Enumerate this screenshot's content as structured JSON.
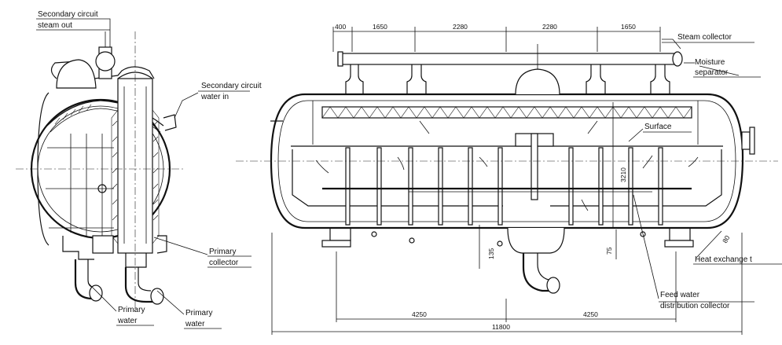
{
  "labels": {
    "secondary_steam_out_1": "Secondary circuit",
    "secondary_steam_out_2": "steam out",
    "secondary_water_in_1": "Secondary circuit",
    "secondary_water_in_2": "water in",
    "primary_collector_1": "Primary",
    "primary_collector_2": "collector",
    "primary_water_a_1": "Primary",
    "primary_water_a_2": "water",
    "primary_water_b_1": "Primary",
    "primary_water_b_2": "water",
    "steam_collector": "Steam collector",
    "moisture_separator_1": "Moisture",
    "moisture_separator_2": "separator",
    "surface": "Surface",
    "heat_exchange": "Heat exchange t",
    "feed_water_1": "Feed water",
    "feed_water_2": "distribution collector"
  },
  "dimensions": {
    "top_400": "400",
    "top_1650a": "1650",
    "top_2280a": "2280",
    "top_2280b": "2280",
    "top_1650b": "1650",
    "height_3210": "3210",
    "left_135": "135",
    "right_75": "75",
    "slant_80": "80",
    "bottom_4250a": "4250",
    "bottom_4250b": "4250",
    "total_11800": "11800"
  }
}
